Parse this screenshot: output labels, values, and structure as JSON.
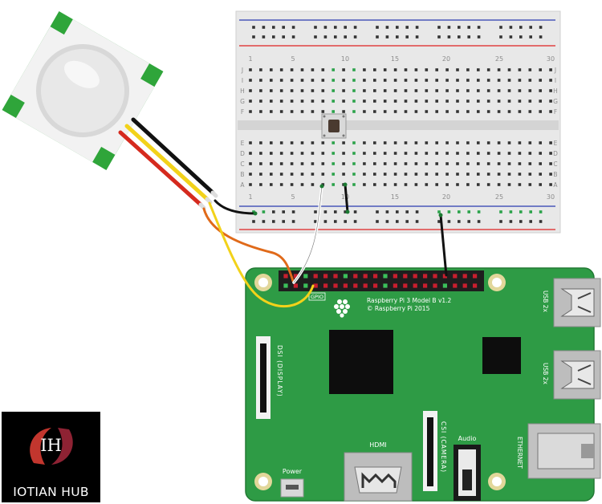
{
  "breadboard": {
    "column_labels": [
      "1",
      "5",
      "10",
      "15",
      "20",
      "25",
      "30"
    ],
    "row_labels_top": [
      "J",
      "I",
      "H",
      "G",
      "F"
    ],
    "row_labels_bottom": [
      "E",
      "D",
      "C",
      "B",
      "A"
    ]
  },
  "pi": {
    "model_line1": "Raspberry Pi 3 Model B v1.2",
    "model_line2": "© Raspberry Pi 2015",
    "gpio_label": "GPIO",
    "dsi_label": "DSI (DISPLAY)",
    "csi_label": "CSI (CAMERA)",
    "hdmi_label": "HDMI",
    "audio_label": "Audio",
    "power_label": "Power",
    "usb1_label": "USB 2x",
    "usb2_label": "USB 2x",
    "ethernet_label": "ETHERNET"
  },
  "logo": {
    "monogram": "IH",
    "name": "IOTIAN HUB"
  },
  "colors": {
    "pcb": "#2e9b45",
    "breadboard": "#e6e6e6",
    "rail_red": "#d22",
    "rail_blue": "#2a3cb0",
    "wire_red": "#d52a1e",
    "wire_orange": "#e06a1a",
    "wire_yellow": "#f2d21a",
    "wire_black": "#111111",
    "wire_white": "#ffffff",
    "pir_green": "#2fa53a"
  }
}
